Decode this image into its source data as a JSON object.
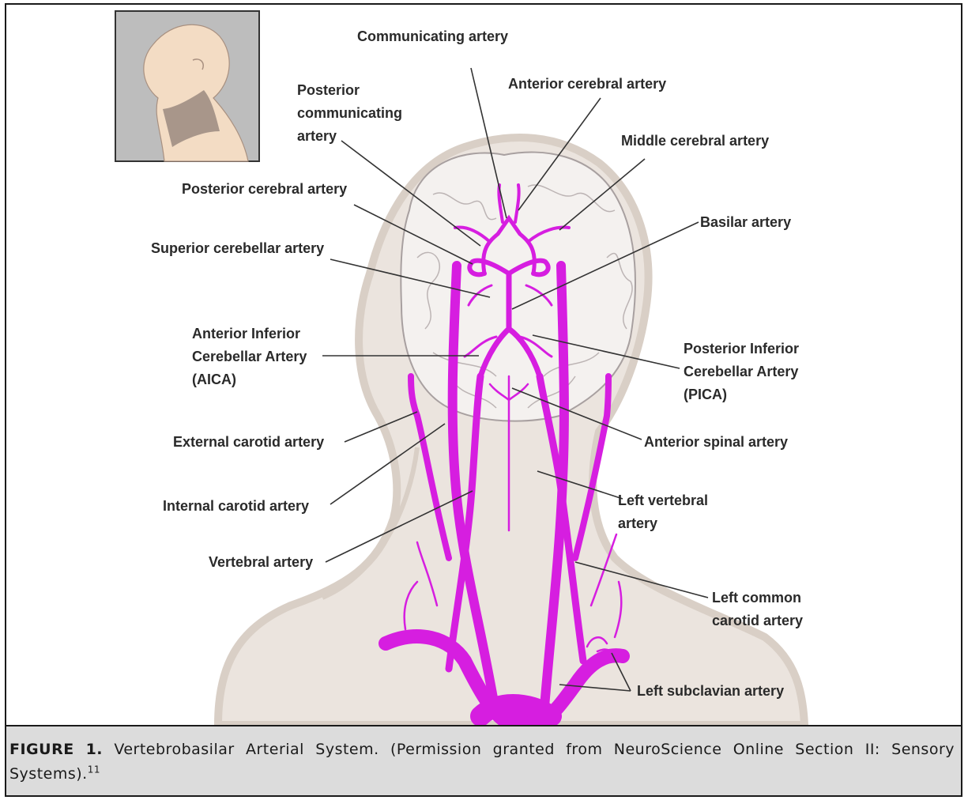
{
  "labels": {
    "communicating": "Communicating artery",
    "anterior_cerebral": "Anterior cerebral artery",
    "posterior_communicating": [
      "Posterior",
      "communicating",
      "artery"
    ],
    "middle_cerebral": "Middle cerebral artery",
    "posterior_cerebral": "Posterior cerebral artery",
    "basilar": "Basilar artery",
    "superior_cerebellar": "Superior cerebellar artery",
    "aica": [
      "Anterior Inferior",
      "Cerebellar Artery",
      "(AICA)"
    ],
    "pica": [
      "Posterior Inferior",
      "Cerebellar Artery",
      "(PICA)"
    ],
    "external_carotid": "External carotid artery",
    "anterior_spinal": "Anterior spinal artery",
    "internal_carotid": "Internal carotid artery",
    "left_vertebral": [
      "Left vertebral",
      "artery"
    ],
    "vertebral": "Vertebral artery",
    "left_common_carotid": [
      "Left common",
      "carotid artery"
    ],
    "left_subclavian": "Left subclavian artery"
  },
  "caption": {
    "figure_number": "FIGURE 1.",
    "text": " Vertebrobasilar Arterial System. (Permission granted from NeuroScience Online Section II: Sensory Systems).",
    "superscript": "11"
  },
  "colors": {
    "artery": "#d61ee0",
    "silhouette": "#ebe4de",
    "inset_skin": "#f3dcc4",
    "inset_bg": "#bdbdbd",
    "caption_bg": "#dcdcdc"
  }
}
